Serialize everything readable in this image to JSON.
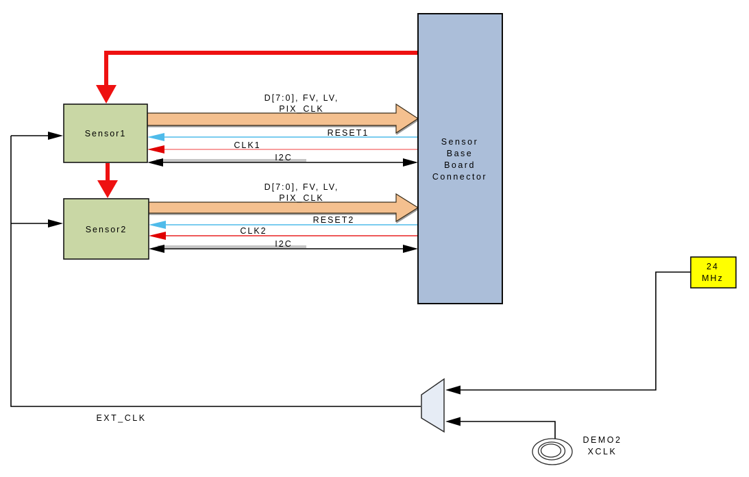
{
  "diagram": {
    "sensor1": {
      "label": "Sensor1"
    },
    "sensor2": {
      "label": "Sensor2"
    },
    "connector": {
      "lines": [
        "Sensor",
        "Base",
        "Board",
        "Connector"
      ]
    },
    "clock24": {
      "lines": [
        "24",
        "MHz"
      ]
    },
    "demo2": {
      "lines": [
        "DEMO2",
        "XCLK"
      ]
    },
    "signals": {
      "bus1": [
        "D[7:0], FV, LV,",
        "PIX_CLK"
      ],
      "bus2": [
        "D[7:0], FV, LV,",
        "PIX_CLK"
      ],
      "reset1": "RESET1",
      "reset2": "RESET2",
      "clk1": "CLK1",
      "clk2": "CLK2",
      "i2c1": "I2C",
      "i2c2": "I2C",
      "ext_clk": "EXT_CLK"
    },
    "colors": {
      "sensor_fill": "#C9D7A5",
      "connector_fill": "#ABBED9",
      "bus_fill": "#F4C08F",
      "mux_fill": "#E6ECF5",
      "clock24_fill": "#FFFF00",
      "red_arrow": "#EE1111",
      "clk_line": "#F57F7F",
      "clk_text": "#FF0000",
      "reset_line": "#4FBBEA",
      "reset_text": "#2E74C5",
      "wire": "#000000"
    }
  }
}
